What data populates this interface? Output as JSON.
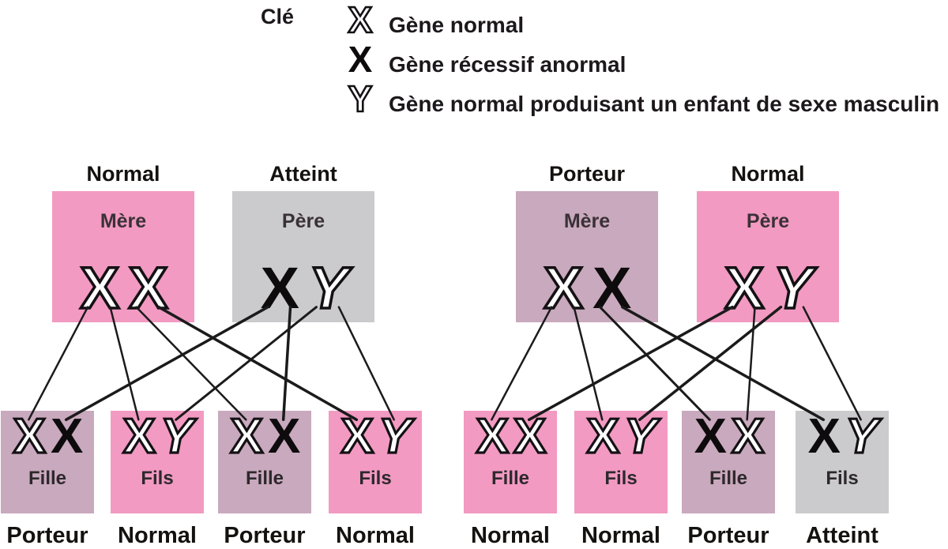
{
  "key": {
    "title": "Clé",
    "items": [
      {
        "symbol": "X",
        "variant": "outlined",
        "label": "Gène normal"
      },
      {
        "symbol": "X",
        "variant": "solid",
        "label": "Gène récessif anormal"
      },
      {
        "symbol": "Y",
        "variant": "outlined",
        "label": "Gène normal produisant un enfant de sexe masculin"
      }
    ]
  },
  "colors": {
    "normal_box_pink": "#F29AC2",
    "carrier_box_mauve": "#C9A9BD",
    "affected_box_gray": "#CBCBCD",
    "line": "#1b1b1b",
    "text": "#14110f"
  },
  "boxes": {
    "Lm": "pink",
    "Lf": "gray",
    "Rm": "mauve",
    "Rf": "pink",
    "Lc1": "mauve",
    "Lc2": "pink",
    "Lc3": "mauve",
    "Lc4": "pink",
    "Rc1": "pink",
    "Rc2": "pink",
    "Rc3": "mauve",
    "Rc4": "gray"
  },
  "genes": {
    "Lm1": {
      "g": "X",
      "v": "outlined"
    },
    "Lm2": {
      "g": "X",
      "v": "outlined"
    },
    "Lf1": {
      "g": "X",
      "v": "solid"
    },
    "Lf2": {
      "g": "Y",
      "v": "outlined"
    },
    "Rm1": {
      "g": "X",
      "v": "outlined"
    },
    "Rm2": {
      "g": "X",
      "v": "solid"
    },
    "Rf1": {
      "g": "X",
      "v": "outlined"
    },
    "Rf2": {
      "g": "Y",
      "v": "outlined"
    },
    "Lc1a": {
      "g": "X",
      "v": "outlined"
    },
    "Lc1b": {
      "g": "X",
      "v": "solid"
    },
    "Lc2a": {
      "g": "X",
      "v": "outlined"
    },
    "Lc2b": {
      "g": "Y",
      "v": "outlined"
    },
    "Lc3a": {
      "g": "X",
      "v": "outlined"
    },
    "Lc3b": {
      "g": "X",
      "v": "solid"
    },
    "Lc4a": {
      "g": "X",
      "v": "outlined"
    },
    "Lc4b": {
      "g": "Y",
      "v": "outlined"
    },
    "Rc1a": {
      "g": "X",
      "v": "outlined"
    },
    "Rc1b": {
      "g": "X",
      "v": "outlined"
    },
    "Rc2a": {
      "g": "X",
      "v": "outlined"
    },
    "Rc2b": {
      "g": "Y",
      "v": "outlined"
    },
    "Rc3a": {
      "g": "X",
      "v": "solid"
    },
    "Rc3b": {
      "g": "X",
      "v": "outlined"
    },
    "Rc4a": {
      "g": "X",
      "v": "solid"
    },
    "Rc4b": {
      "g": "Y",
      "v": "outlined"
    }
  },
  "crosses": {
    "left": {
      "mother": {
        "status": "Normal",
        "role": "Mère"
      },
      "father": {
        "status": "Atteint",
        "role": "Père"
      },
      "children": [
        {
          "sex": "Fille",
          "status": "Porteur"
        },
        {
          "sex": "Fils",
          "status": "Normal"
        },
        {
          "sex": "Fille",
          "status": "Porteur"
        },
        {
          "sex": "Fils",
          "status": "Normal"
        }
      ]
    },
    "right": {
      "mother": {
        "status": "Porteur",
        "role": "Mère"
      },
      "father": {
        "status": "Normal",
        "role": "Père"
      },
      "children": [
        {
          "sex": "Fille",
          "status": "Normal"
        },
        {
          "sex": "Fils",
          "status": "Normal"
        },
        {
          "sex": "Fille",
          "status": "Porteur"
        },
        {
          "sex": "Fils",
          "status": "Atteint"
        }
      ]
    }
  },
  "connections": [
    {
      "from": "Lm1",
      "to": "Lc1a",
      "w": 2.5
    },
    {
      "from": "Lm1",
      "to": "Lc2a",
      "w": 2.5
    },
    {
      "from": "Lm2",
      "to": "Lc3a",
      "w": 2.5
    },
    {
      "from": "Lm2",
      "to": "Lc4a",
      "w": 3.5
    },
    {
      "from": "Lf1",
      "to": "Lc1b",
      "w": 3.5
    },
    {
      "from": "Lf1",
      "to": "Lc3b",
      "w": 3.5
    },
    {
      "from": "Lf2",
      "to": "Lc2b",
      "w": 3.0
    },
    {
      "from": "Lf2",
      "to": "Lc4b",
      "w": 2.5
    },
    {
      "from": "Rm1",
      "to": "Rc1a",
      "w": 2.5
    },
    {
      "from": "Rm1",
      "to": "Rc2a",
      "w": 2.5
    },
    {
      "from": "Rm2",
      "to": "Rc3a",
      "w": 3.0
    },
    {
      "from": "Rm2",
      "to": "Rc4a",
      "w": 3.5
    },
    {
      "from": "Rf1",
      "to": "Rc1b",
      "w": 3.5
    },
    {
      "from": "Rf1",
      "to": "Rc3b",
      "w": 2.5
    },
    {
      "from": "Rf2",
      "to": "Rc2b",
      "w": 3.5
    },
    {
      "from": "Rf2",
      "to": "Rc4b",
      "w": 2.5
    }
  ]
}
